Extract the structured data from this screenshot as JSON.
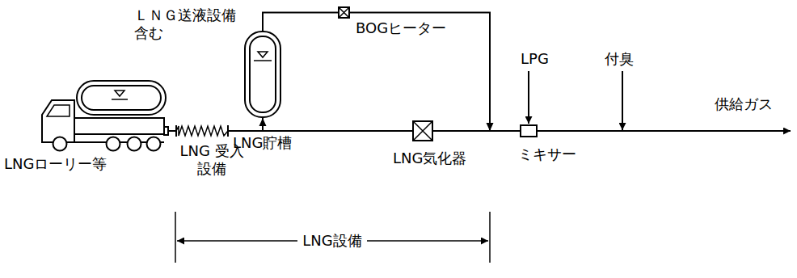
{
  "diagram": {
    "nodes": [
      {
        "text": [
          "LNGローリー等"
        ]
      },
      {
        "text": [
          "LNG 受入設備"
        ]
      },
      {
        "text": [
          "LNG貯槽"
        ]
      },
      {
        "text": [
          "BOGヒーター"
        ]
      },
      {
        "text": [
          "LNG気化器"
        ]
      },
      {
        "text": [
          "ミキサー"
        ]
      }
    ],
    "edges": [
      {
        "from": 0,
        "to": 1,
        "arrow": "none"
      },
      {
        "from": 1,
        "to": 2,
        "arrow": "to"
      },
      {
        "from": 2,
        "to": 4,
        "arrow": "none"
      },
      {
        "from": 2,
        "to": 3,
        "arrow": "none"
      },
      {
        "from": 3,
        "to": 5,
        "arrow": "to"
      },
      {
        "from": 4,
        "to": 5,
        "arrow": "none"
      }
    ],
    "labels": [
      "ＬＮＧ送液設備 含む",
      "LPG",
      "付臭",
      "供給ガス",
      "LNG設備"
    ]
  }
}
